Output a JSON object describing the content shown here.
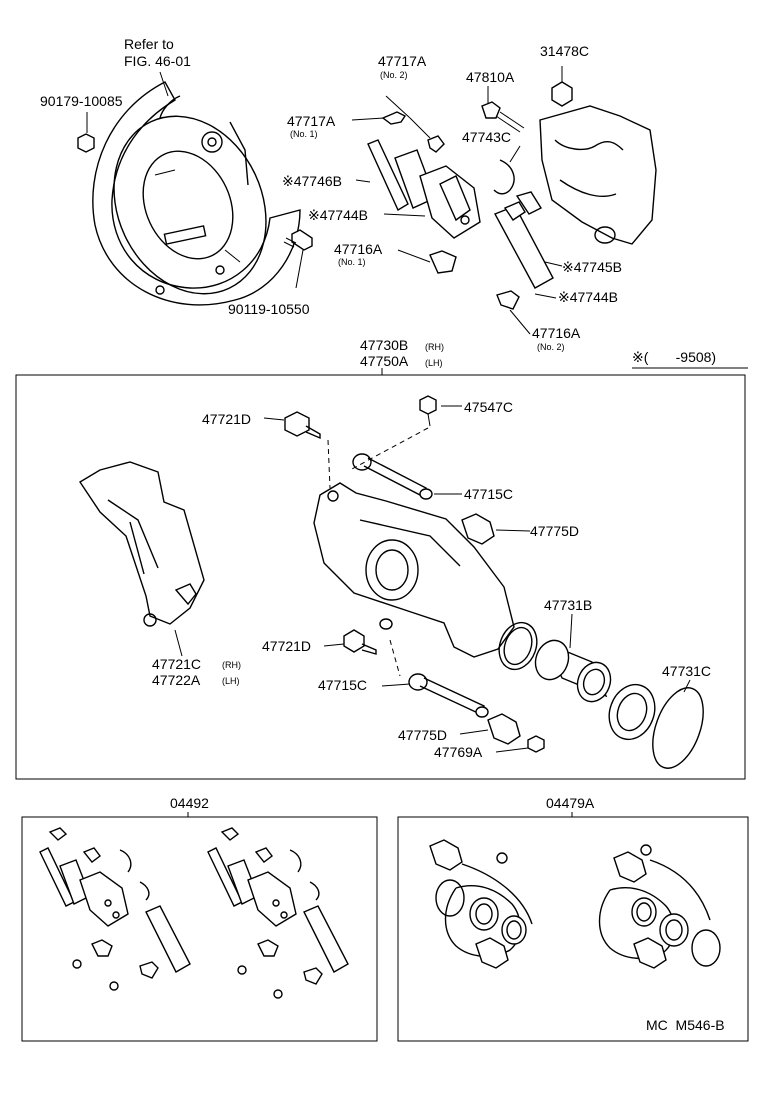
{
  "top": {
    "refer_line1": "Refer to",
    "refer_line2": "FIG. 46-01",
    "p_90179": "90179-10085",
    "p_90119": "90119-10550",
    "p_47717A_no2": "47717A",
    "no2_a": "(No. 2)",
    "p_47810A": "47810A",
    "p_31478C": "31478C",
    "p_47717A_no1": "47717A",
    "no1_a": "(No. 1)",
    "p_47743C": "47743C",
    "p_47746B": "※47746B",
    "p_47744B_left": "※47744B",
    "p_47716A_no1": "47716A",
    "no1_b": "(No. 1)",
    "p_47745B": "※47745B",
    "p_47744B_right": "※47744B",
    "p_47716A_no2": "47716A",
    "no2_b": "(No. 2)",
    "note": "※(       -9508)"
  },
  "caliper": {
    "title_rh": "47730B",
    "rh": "(RH)",
    "title_lh": "47750A",
    "lh": "(LH)",
    "p_47721D_a": "47721D",
    "p_47547C": "47547C",
    "p_47715C_a": "47715C",
    "p_47775D_a": "47775D",
    "p_47731B": "47731B",
    "p_47721D_b": "47721D",
    "p_47731C": "47731C",
    "p_47721C": "47721C",
    "rh2": "(RH)",
    "p_47722A": "47722A",
    "lh2": "(LH)",
    "p_47715C_b": "47715C",
    "p_47775D_b": "47775D",
    "p_47769A": "47769A"
  },
  "kits": {
    "left": "04492",
    "right": "04479A"
  },
  "footer": "MC  M546-B"
}
